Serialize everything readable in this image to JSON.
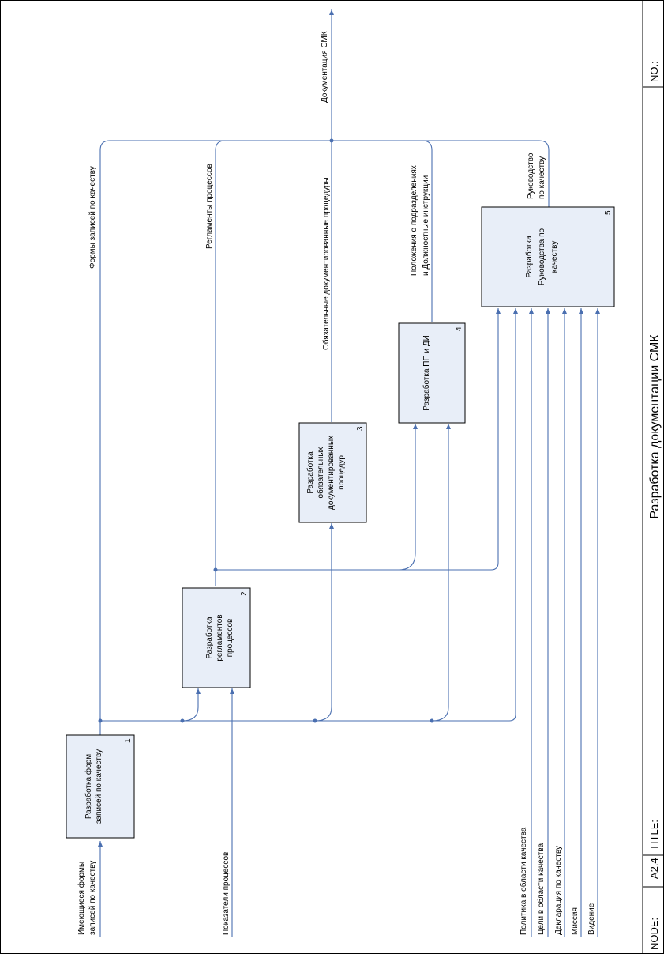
{
  "frame": {
    "node_label": "NODE:",
    "node_value": "A2.4",
    "title_label": "TITLE:",
    "title_value": "Разработка документации СМК",
    "no_label": "NO.:"
  },
  "boxes": [
    {
      "lines": [
        "Разработка форм",
        "записей по качеству"
      ],
      "number": "1"
    },
    {
      "lines": [
        "Разработка",
        "регламентов",
        "процессов"
      ],
      "number": "2"
    },
    {
      "lines": [
        "Разработка",
        "обязательных",
        "документированных",
        "процедур"
      ],
      "number": "3"
    },
    {
      "lines": [
        "Разработка ПП и ДИ"
      ],
      "number": "4"
    },
    {
      "lines": [
        "Разработка",
        "Руководства по",
        "качеству"
      ],
      "number": "5"
    }
  ],
  "arrow_labels": {
    "existing_forms": [
      "Имеющиеся формы",
      "записей по качеству"
    ],
    "process_indicators": [
      "Показатели процессов"
    ],
    "quality_policy": [
      "Политика в области качества"
    ],
    "quality_goals": [
      "Цели в области качества"
    ],
    "quality_declaration": [
      "Декларация по качеству"
    ],
    "mission": [
      "Миссия"
    ],
    "vision": [
      "Видение"
    ],
    "record_forms": [
      "Формы записей по качеству"
    ],
    "process_regulations": [
      "Регламенты процессов"
    ],
    "mandatory_procedures": [
      "Обязательные документированные процедуры"
    ],
    "unit_regulations": [
      "Положения о подразделениях",
      "и Должностные инструкции"
    ],
    "quality_manual": [
      "Руководство",
      "по качеству"
    ],
    "qms_documentation": [
      "Документация СМК"
    ]
  }
}
